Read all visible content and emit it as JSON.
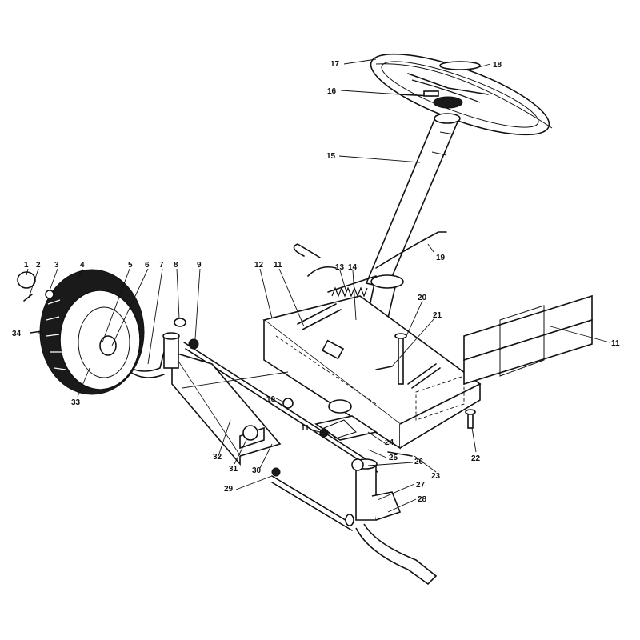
{
  "callouts": [
    {
      "id": "c1",
      "text": "1"
    },
    {
      "id": "c2",
      "text": "2"
    },
    {
      "id": "c3",
      "text": "3"
    },
    {
      "id": "c4",
      "text": "4"
    },
    {
      "id": "c5",
      "text": "5"
    },
    {
      "id": "c6",
      "text": "6"
    },
    {
      "id": "c7",
      "text": "7"
    },
    {
      "id": "c8",
      "text": "8"
    },
    {
      "id": "c9",
      "text": "9"
    },
    {
      "id": "c10",
      "text": "10"
    },
    {
      "id": "c11a",
      "text": "11"
    },
    {
      "id": "c11b",
      "text": "11"
    },
    {
      "id": "c11c",
      "text": "11"
    },
    {
      "id": "c12",
      "text": "12"
    },
    {
      "id": "c13",
      "text": "13"
    },
    {
      "id": "c14",
      "text": "14"
    },
    {
      "id": "c15",
      "text": "15"
    },
    {
      "id": "c16",
      "text": "16"
    },
    {
      "id": "c17",
      "text": "17"
    },
    {
      "id": "c18",
      "text": "18"
    },
    {
      "id": "c19",
      "text": "19"
    },
    {
      "id": "c20",
      "text": "20"
    },
    {
      "id": "c21",
      "text": "21"
    },
    {
      "id": "c22",
      "text": "22"
    },
    {
      "id": "c23",
      "text": "23"
    },
    {
      "id": "c24",
      "text": "24"
    },
    {
      "id": "c25",
      "text": "25"
    },
    {
      "id": "c26",
      "text": "26"
    },
    {
      "id": "c27",
      "text": "27"
    },
    {
      "id": "c28",
      "text": "28"
    },
    {
      "id": "c29",
      "text": "29"
    },
    {
      "id": "c30",
      "text": "30"
    },
    {
      "id": "c31",
      "text": "31"
    },
    {
      "id": "c32",
      "text": "32"
    },
    {
      "id": "c33",
      "text": "33"
    },
    {
      "id": "c34",
      "text": "34"
    }
  ]
}
